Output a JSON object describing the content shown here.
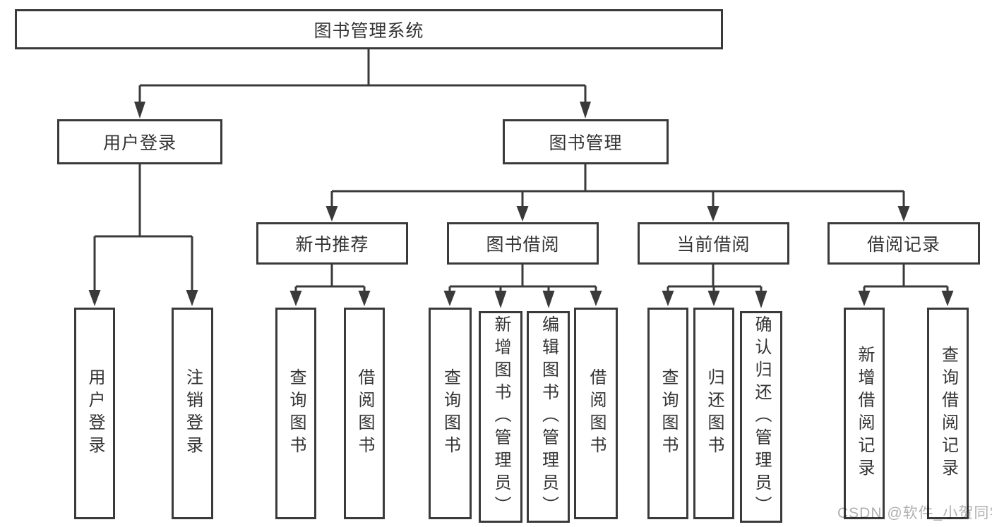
{
  "diagram": {
    "type": "hierarchy",
    "root": {
      "label": "图书管理系统"
    },
    "branches": [
      {
        "label": "用户登录",
        "children": [
          {
            "label": "用户登录"
          },
          {
            "label": "注销登录"
          }
        ]
      },
      {
        "label": "图书管理",
        "children": [
          {
            "label": "新书推荐",
            "children": [
              {
                "label": "查询图书"
              },
              {
                "label": "借阅图书"
              }
            ]
          },
          {
            "label": "图书借阅",
            "children": [
              {
                "label": "查询图书"
              },
              {
                "label": "新增图书（管理员）"
              },
              {
                "label": "编辑图书（管理员）"
              },
              {
                "label": "借阅图书"
              }
            ]
          },
          {
            "label": "当前借阅",
            "children": [
              {
                "label": "查询图书"
              },
              {
                "label": "归还图书"
              },
              {
                "label": "确认归还（管理员）"
              }
            ]
          },
          {
            "label": "借阅记录",
            "children": [
              {
                "label": "新增借阅记录"
              },
              {
                "label": "查询借阅记录"
              }
            ]
          }
        ]
      }
    ]
  },
  "watermark": "CSDN @软件_小贺同学",
  "colors": {
    "line": "#3a3a3a",
    "text": "#333333",
    "watermark": "#b0b0b0",
    "background": "#ffffff"
  }
}
